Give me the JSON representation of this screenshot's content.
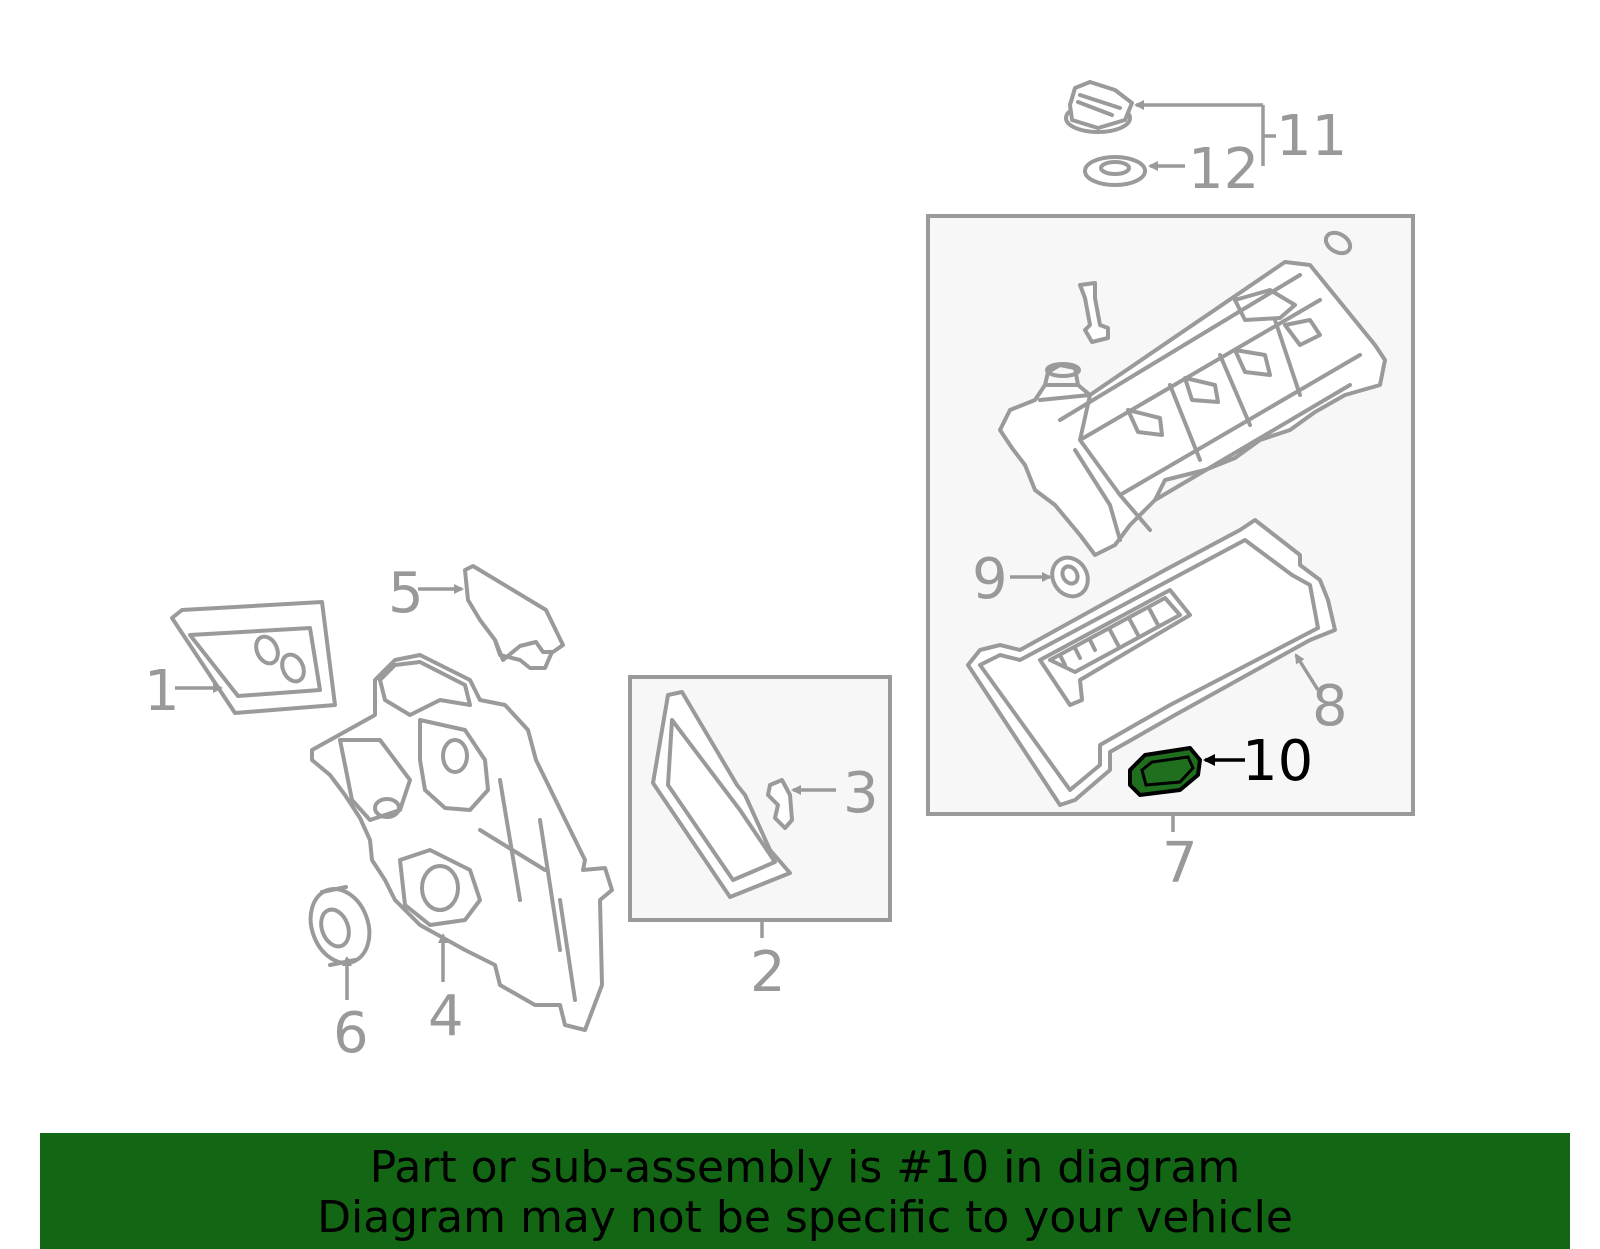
{
  "callouts": {
    "c1": "1",
    "c2": "2",
    "c3": "3",
    "c4": "4",
    "c5": "5",
    "c6": "6",
    "c7": "7",
    "c8": "8",
    "c9": "9",
    "c10": "10",
    "c11": "11",
    "c12": "12"
  },
  "highlighted_part": "10",
  "colors": {
    "highlight_part": "#1f6f1f",
    "banner_bg": "#136613",
    "line_gray": "#9a9a9a"
  },
  "banner": {
    "line1": "Part or sub-assembly is #10 in diagram",
    "line2": "Diagram may not be specific to your vehicle"
  }
}
